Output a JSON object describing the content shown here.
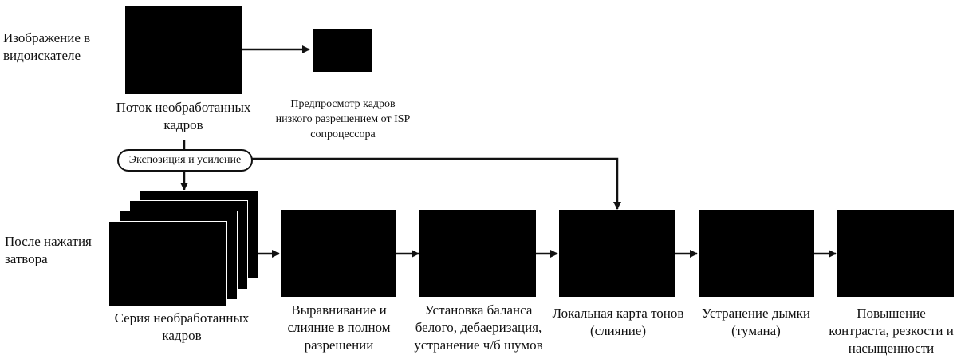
{
  "rows": {
    "viewfinder": "Изображение в видоискателе",
    "after_shutter": "После нажатия затвора"
  },
  "viewfinder": {
    "raw_stream": "Поток необработанных кадров",
    "preview": "Предпросмотр кадров низкого разрешением от ISP сопроцессора",
    "exposure": "Экспозиция и усиление"
  },
  "pipeline": [
    {
      "caption": "Серия необработанных кадров",
      "tone": "raw-stack"
    },
    {
      "caption": "Выравнивание и слияние в полном разрешении",
      "tone": "gray"
    },
    {
      "caption": "Установка баланса белого, дебаеризация, устранение ч/б шумов",
      "tone": "dark-color"
    },
    {
      "caption": "Локальная карта тонов (слияние)",
      "tone": "toned"
    },
    {
      "caption": "Устранение дымки (тумана)",
      "tone": "dehazed"
    },
    {
      "caption": "Повышение контраста, резкости и насыщенности",
      "tone": "vivid"
    }
  ],
  "colors": {
    "line": "#111111",
    "background": "#ffffff"
  }
}
